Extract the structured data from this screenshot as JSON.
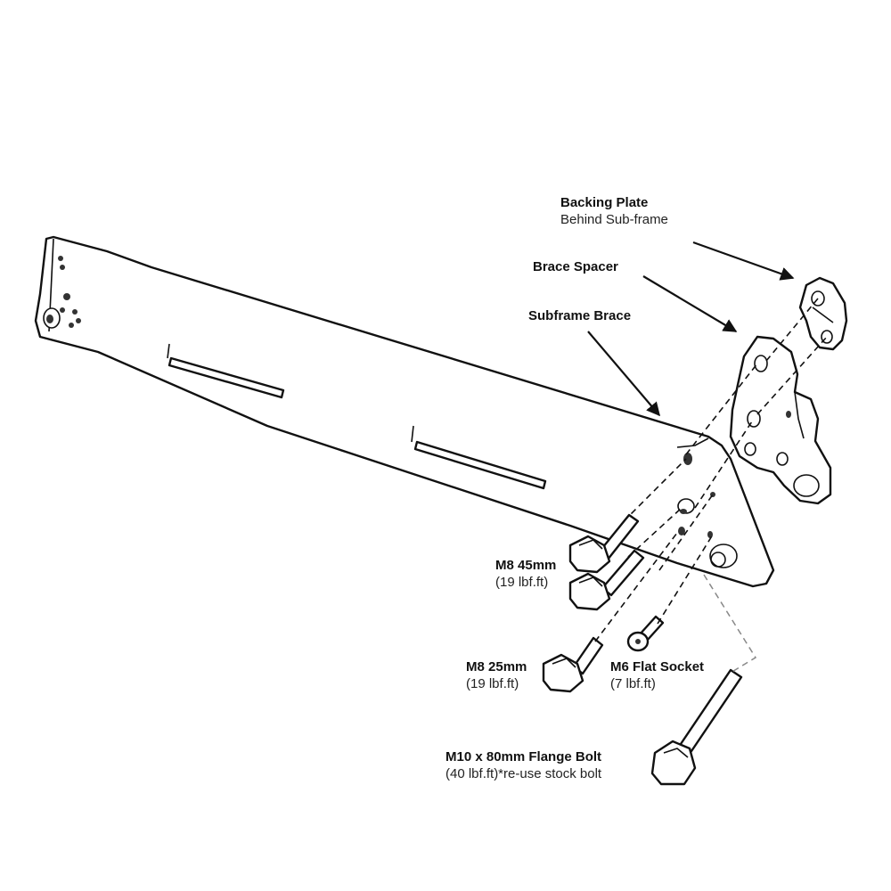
{
  "labels": {
    "backing_plate": {
      "title": "Backing Plate",
      "subtitle": "Behind Sub-frame"
    },
    "brace_spacer": {
      "title": "Brace Spacer"
    },
    "subframe_brace": {
      "title": "Subframe Brace"
    },
    "m8_45": {
      "title": "M8 45mm",
      "subtitle": "(19 lbf.ft)"
    },
    "m8_25": {
      "title": "M8 25mm",
      "subtitle": "(19 lbf.ft)"
    },
    "m6_flat": {
      "title": "M6 Flat Socket",
      "subtitle": "(7 lbf.ft)"
    },
    "m10_flange": {
      "title": "M10 x 80mm Flange Bolt",
      "subtitle": "(40 lbf.ft)*re-use stock bolt"
    }
  },
  "colors": {
    "line": "#111111",
    "background": "#ffffff",
    "leader_grey": "#888888"
  }
}
